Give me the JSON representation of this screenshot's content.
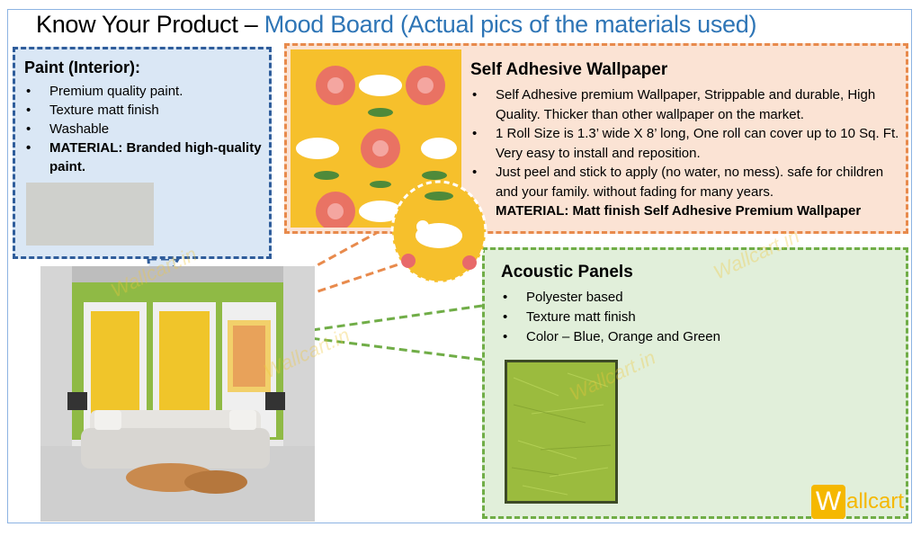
{
  "title": {
    "prefix": "Know Your Product – ",
    "highlight": "Mood Board (Actual pics of the materials used)"
  },
  "paint": {
    "heading": "Paint (Interior):",
    "items": [
      "Premium quality paint.",
      "Texture matt finish",
      "Washable"
    ],
    "material": "MATERIAL: Branded high-quality paint."
  },
  "wallpaper": {
    "heading": "Self Adhesive Wallpaper",
    "items": [
      "Self Adhesive premium Wallpaper, Strippable and durable, High Quality. Thicker than other wallpaper on the market.",
      "1 Roll Size is 1.3’ wide X 8’ long, One roll can cover up to 10 Sq. Ft. Very easy to install and reposition.",
      "Just peel and stick to apply (no water, no mess). safe for children and your family. without fading for many years."
    ],
    "material": "MATERIAL: Matt finish Self Adhesive Premium Wallpaper"
  },
  "acoustic": {
    "heading": "Acoustic Panels",
    "items": [
      "Polyester based",
      "Texture matt finish",
      "Color – Blue, Orange and Green"
    ]
  },
  "logo": {
    "initial": "W",
    "rest": "allcart"
  },
  "watermark": "Wallcart.in",
  "colors": {
    "title_blue": "#2e75b6",
    "paint_border": "#2f5d9b",
    "wallpaper_border": "#e88a4c",
    "acoustic_border": "#70ad47",
    "brand_yellow": "#f5b800"
  }
}
